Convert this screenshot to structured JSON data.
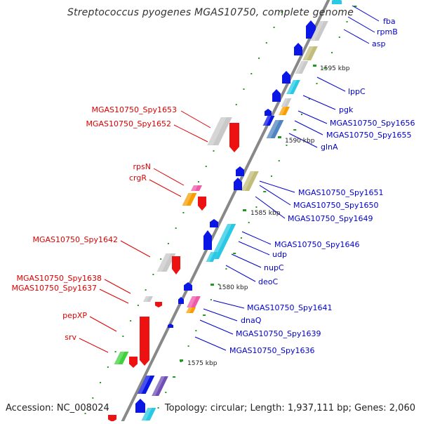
{
  "title": "Streptococcus pyogenes MGAS10750, complete genome",
  "accession": "Accession: NC_008024",
  "topology": "Topology: circular; Length: 1,937,111 bp; Genes: 2,060",
  "colors": {
    "backbone": "#888888",
    "forward_label": "#0000cc",
    "reverse_label": "#dd0000",
    "tick": "#229922",
    "blue": "#0a16e6",
    "cyan": "#29c9e6",
    "grey": "#c9c9c9",
    "khaki": "#c3bd7c",
    "red": "#ee1111",
    "orange": "#f79e00",
    "green": "#3fd23c",
    "pink": "#ee5aa8",
    "steel": "#4f86c2",
    "purple": "#6f4fb6"
  },
  "scale_labels": [
    "1595 kbp",
    "1590 kbp",
    "1585 kbp",
    "1580 kbp",
    "1575 kbp"
  ],
  "forward_genes": [
    "fba",
    "rpmB",
    "asp",
    "lppC",
    "pgk",
    "MGAS10750_Spy1656",
    "MGAS10750_Spy1655",
    "glnA",
    "MGAS10750_Spy1651",
    "MGAS10750_Spy1650",
    "MGAS10750_Spy1649",
    "MGAS10750_Spy1646",
    "udp",
    "nupC",
    "deoC",
    "MGAS10750_Spy1641",
    "dnaQ",
    "MGAS10750_Spy1639",
    "MGAS10750_Spy1636"
  ],
  "reverse_genes": [
    "MGAS10750_Spy1653",
    "MGAS10750_Spy1652",
    "rpsN",
    "crgR",
    "MGAS10750_Spy1642",
    "MGAS10750_Spy1638",
    "MGAS10750_Spy1637",
    "pepXP",
    "srv"
  ]
}
